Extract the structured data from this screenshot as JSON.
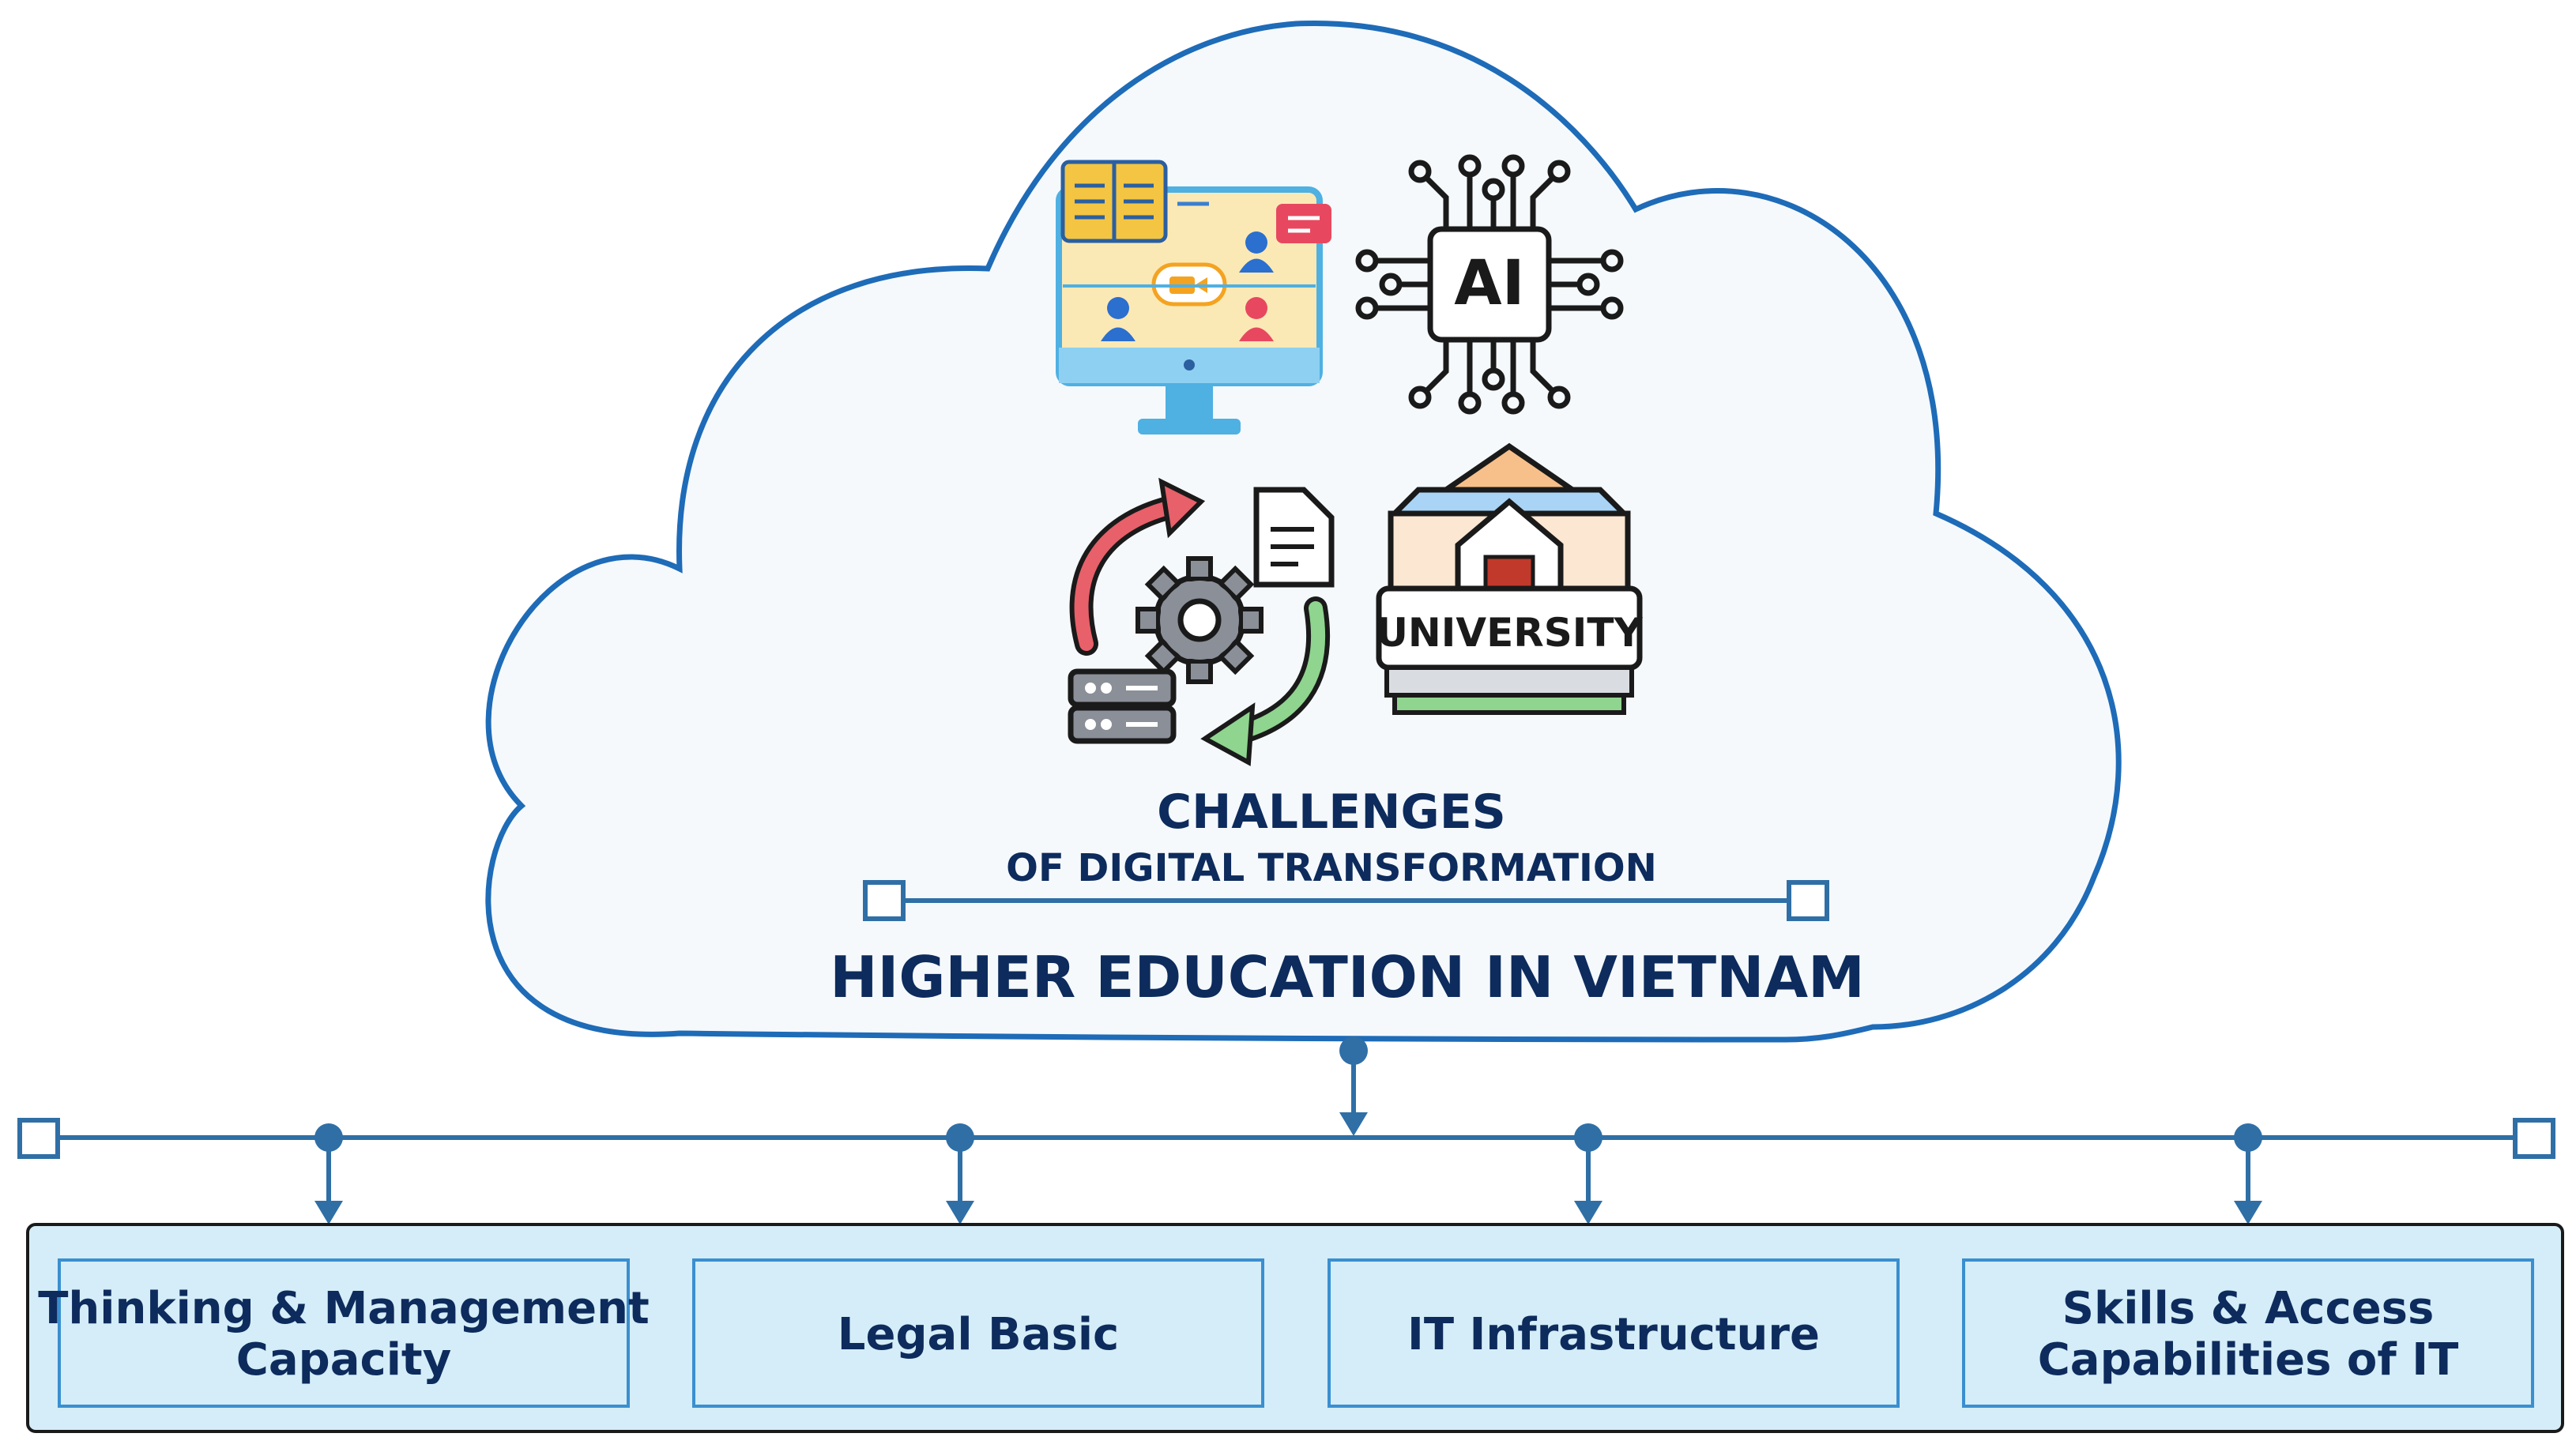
{
  "cloud": {
    "title_line1": "CHALLENGES",
    "title_line2": "OF DIGITAL TRANSFORMATION",
    "subtitle": "HIGHER EDUCATION IN VIETNAM"
  },
  "icons": {
    "online_learning": "online-learning-monitor-icon",
    "ai": "ai-chip-icon",
    "ai_label": "AI",
    "process": "digital-process-cycle-icon",
    "university": "university-building-icon",
    "university_label": "UNIVERSITY"
  },
  "boxes": [
    {
      "line1": "Thinking & Management",
      "line2": "Capacity"
    },
    {
      "line1": "Legal Basic",
      "line2": ""
    },
    {
      "line1": "IT Infrastructure",
      "line2": ""
    },
    {
      "line1": "Skills & Access",
      "line2": "Capabilities of IT"
    }
  ],
  "colors": {
    "cloud_stroke": "#1e6bb8",
    "cloud_fill": "#f5f9fc",
    "connector": "#2f6fa6",
    "box_fill": "#d4edf8",
    "box_border": "#3a8fd0",
    "text": "#0d2b5c"
  }
}
